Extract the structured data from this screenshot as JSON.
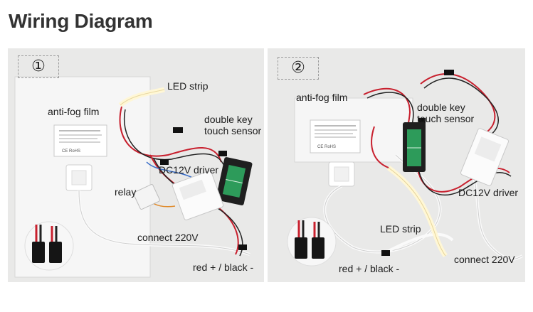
{
  "page_title": "Wiring Diagram",
  "diagram_1": {
    "step": "①",
    "labels": {
      "led_strip": "LED strip",
      "anti_fog_film": "anti-fog film",
      "touch_sensor": "double key\ntouch sensor",
      "driver": "DC12V driver",
      "relay": "relay",
      "connect": "connect 220V",
      "polarity": "red + / black -"
    }
  },
  "diagram_2": {
    "step": "②",
    "labels": {
      "anti_fog_film": "anti-fog film",
      "touch_sensor": "double key\ntouch sensor",
      "driver": "DC12V driver",
      "led_strip": "LED strip",
      "connect": "connect 220V",
      "polarity": "red + / black -"
    }
  }
}
